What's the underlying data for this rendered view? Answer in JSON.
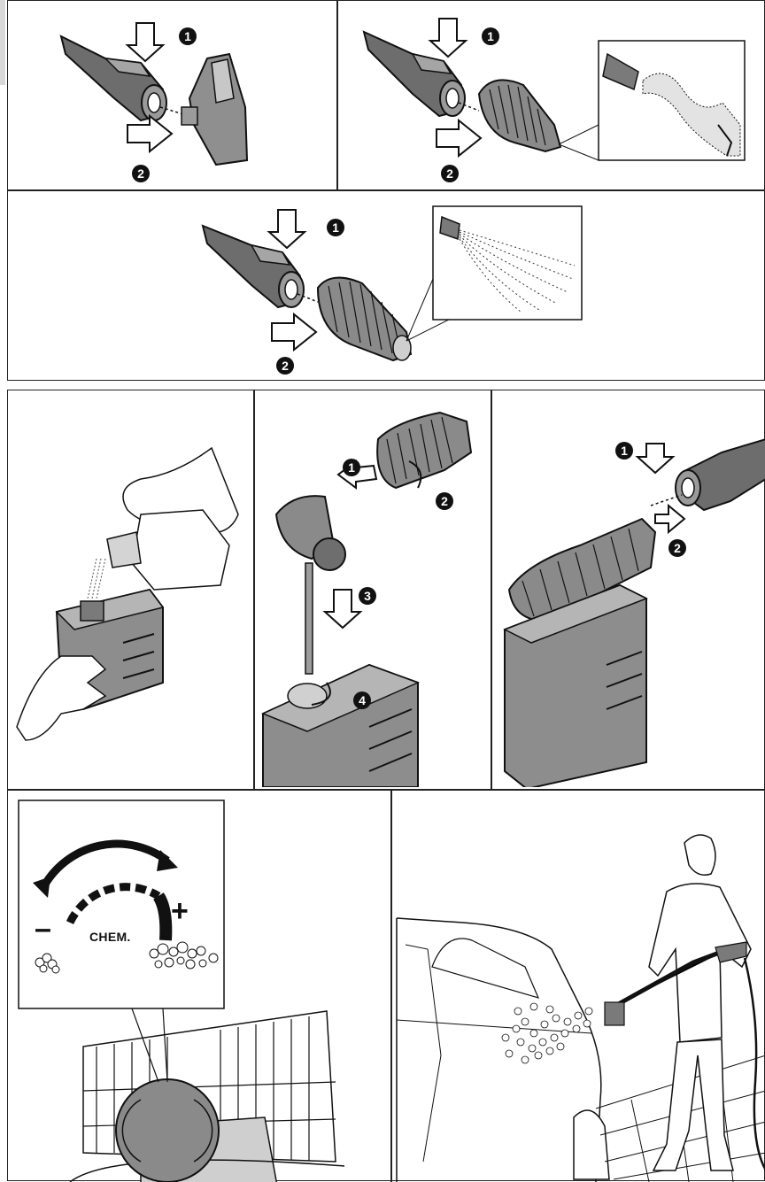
{
  "figures": {
    "top": {
      "panels": [
        {
          "id": "nozzle-fan",
          "steps": [
            "1",
            "2"
          ]
        },
        {
          "id": "nozzle-turbo",
          "steps": [
            "1",
            "2"
          ]
        },
        {
          "id": "nozzle-spray",
          "steps": [
            "1",
            "2"
          ]
        }
      ]
    },
    "middle": {
      "panels": [
        {
          "id": "fill-detergent"
        },
        {
          "id": "assemble-foam",
          "steps": [
            "1",
            "2",
            "3",
            "4"
          ]
        },
        {
          "id": "attach-foam",
          "steps": [
            "1",
            "2"
          ]
        }
      ]
    },
    "bottom": {
      "dial": {
        "label": "CHEM.",
        "minus": "–",
        "plus": "+"
      },
      "illustration": "person-washing-car"
    }
  },
  "colors": {
    "ink": "#111111",
    "grey_dark": "#5a5a5a",
    "grey_mid": "#8c8c8c",
    "grey_light": "#c9c9c9"
  }
}
